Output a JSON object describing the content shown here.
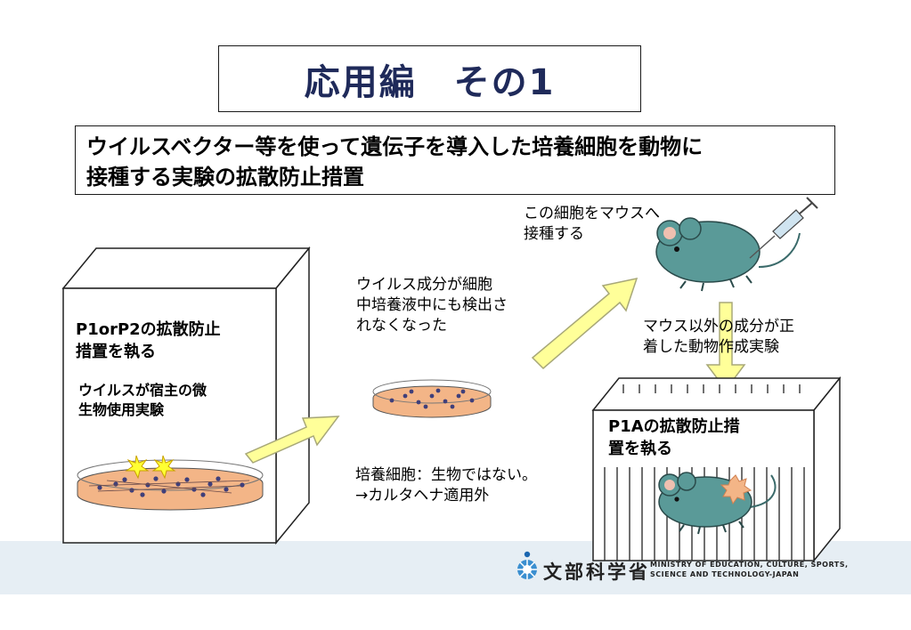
{
  "title": "応用編　その1",
  "subtitle_lines": [
    "ウイルスベクター等を使って遺伝子を導入した培養細胞を動物に",
    "接種する実験の拡散防止措置"
  ],
  "left_box": {
    "heading_lines": [
      "P1orP2の拡散防止",
      "措置を執る"
    ],
    "sub_lines": [
      "ウイルスが宿主の微",
      "生物使用実験"
    ]
  },
  "middle": {
    "top_lines": [
      "ウイルス成分が細胞",
      "中培養液中にも検出さ",
      "れなくなった"
    ],
    "bottom_lines": [
      "培養細胞：生物ではない。",
      "→カルタヘナ適用外"
    ]
  },
  "top_right_lines": [
    "この細胞をマウスへ",
    "接種する"
  ],
  "right_mid_lines": [
    "マウス以外の成分が正",
    "着した動物作成実験"
  ],
  "right_box_lines": [
    "P1Aの拡散防止措",
    "置を執る"
  ],
  "footer": {
    "ministry_name": "文部科学省",
    "ministry_en_lines": [
      "MINISTRY OF EDUCATION, CULTURE, SPORTS,",
      "SCIENCE AND TECHNOLOGY-JAPAN"
    ]
  },
  "colors": {
    "title_text": "#1f2a5a",
    "arrow_fill": "#ffff99",
    "arrow_stroke": "#a8a878",
    "mouse_fill": "#5a9a98",
    "dish_medium": "#f3b587",
    "cell_dot": "#3f3f7a",
    "footer_band": "#e6eef4"
  }
}
